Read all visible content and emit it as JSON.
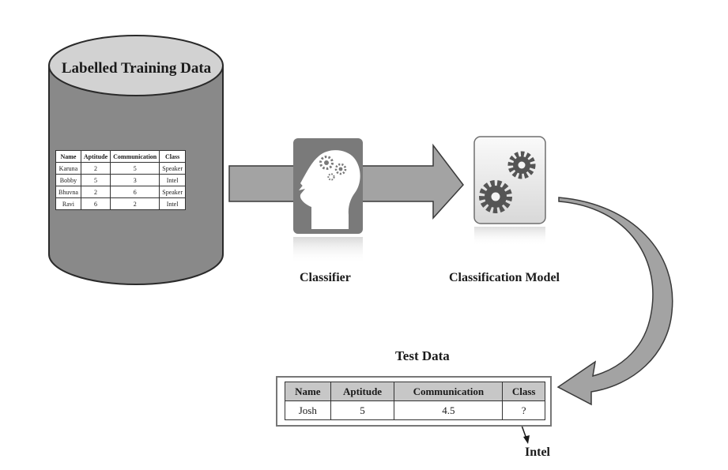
{
  "training": {
    "title": "Labelled Training Data",
    "columns": [
      "Name",
      "Aptitude",
      "Communication",
      "Class"
    ],
    "rows": [
      [
        "Karuna",
        "2",
        "5",
        "Speaker"
      ],
      [
        "Bobby",
        "5",
        "3",
        "Intel"
      ],
      [
        "Bhuvna",
        "2",
        "6",
        "Speaker"
      ],
      [
        "Ravi",
        "6",
        "2",
        "Intel"
      ]
    ]
  },
  "classifier": {
    "label": "Classifier",
    "icon": "head-gears-icon"
  },
  "model": {
    "label": "Classification Model",
    "icon": "gears-icon"
  },
  "test": {
    "title": "Test Data",
    "columns": [
      "Name",
      "Aptitude",
      "Communication",
      "Class"
    ],
    "row": [
      "Josh",
      "5",
      "4.5",
      "?"
    ],
    "prediction": "Intel"
  },
  "colors": {
    "cylinder_body": "#898989",
    "cylinder_top": "#d2d2d2",
    "arrow": "#a3a3a3",
    "panel": "#7a7a7a",
    "header_fill": "#c7c7c7"
  }
}
